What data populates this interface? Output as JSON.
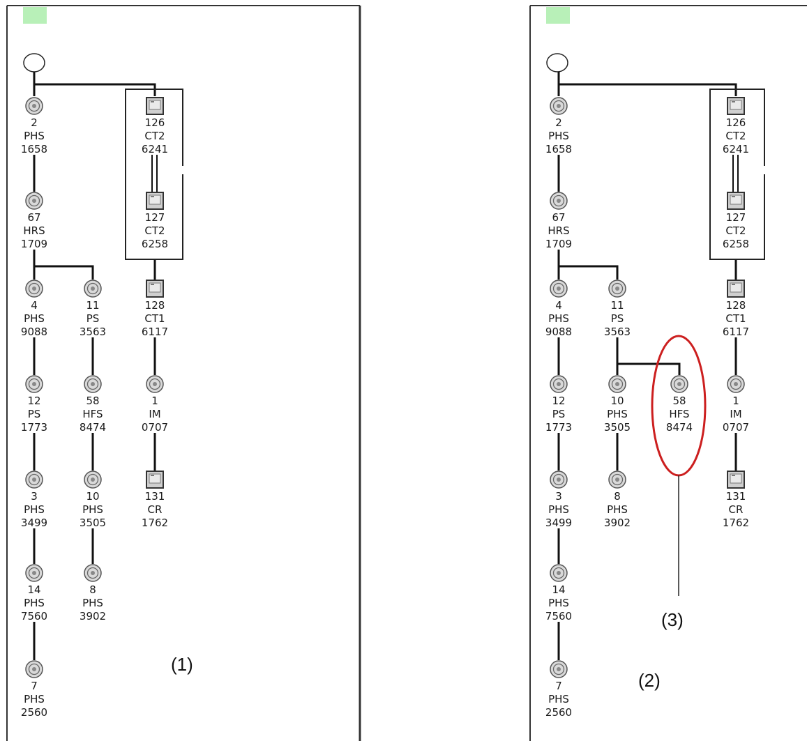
{
  "panels": [
    {
      "caption": "(1)",
      "nodes": [
        {
          "id": "2",
          "type": "PHS",
          "serial": "1658",
          "shape": "circle"
        },
        {
          "id": "67",
          "type": "HRS",
          "serial": "1709",
          "shape": "circle"
        },
        {
          "id": "4",
          "type": "PHS",
          "serial": "9088",
          "shape": "circle"
        },
        {
          "id": "12",
          "type": "PS",
          "serial": "1773",
          "shape": "circle"
        },
        {
          "id": "3",
          "type": "PHS",
          "serial": "3499",
          "shape": "circle"
        },
        {
          "id": "14",
          "type": "PHS",
          "serial": "7560",
          "shape": "circle"
        },
        {
          "id": "7",
          "type": "PHS",
          "serial": "2560",
          "shape": "circle"
        },
        {
          "id": "11",
          "type": "PS",
          "serial": "3563",
          "shape": "circle"
        },
        {
          "id": "58",
          "type": "HFS",
          "serial": "8474",
          "shape": "circle"
        },
        {
          "id": "10",
          "type": "PHS",
          "serial": "3505",
          "shape": "circle"
        },
        {
          "id": "8",
          "type": "PHS",
          "serial": "3902",
          "shape": "circle"
        },
        {
          "id": "126",
          "type": "CT2",
          "serial": "6241",
          "shape": "square"
        },
        {
          "id": "127",
          "type": "CT2",
          "serial": "6258",
          "shape": "square"
        },
        {
          "id": "128",
          "type": "CT1",
          "serial": "6117",
          "shape": "square"
        },
        {
          "id": "1",
          "type": "IM",
          "serial": "0707",
          "shape": "circle"
        },
        {
          "id": "131",
          "type": "CR",
          "serial": "1762",
          "shape": "square"
        }
      ]
    },
    {
      "caption": "(2)",
      "callout": "(3)",
      "nodes": [
        {
          "id": "2",
          "type": "PHS",
          "serial": "1658",
          "shape": "circle"
        },
        {
          "id": "67",
          "type": "HRS",
          "serial": "1709",
          "shape": "circle"
        },
        {
          "id": "4",
          "type": "PHS",
          "serial": "9088",
          "shape": "circle"
        },
        {
          "id": "12",
          "type": "PS",
          "serial": "1773",
          "shape": "circle"
        },
        {
          "id": "3",
          "type": "PHS",
          "serial": "3499",
          "shape": "circle"
        },
        {
          "id": "14",
          "type": "PHS",
          "serial": "7560",
          "shape": "circle"
        },
        {
          "id": "7",
          "type": "PHS",
          "serial": "2560",
          "shape": "circle"
        },
        {
          "id": "11",
          "type": "PS",
          "serial": "3563",
          "shape": "circle"
        },
        {
          "id": "10",
          "type": "PHS",
          "serial": "3505",
          "shape": "circle"
        },
        {
          "id": "8",
          "type": "PHS",
          "serial": "3902",
          "shape": "circle"
        },
        {
          "id": "58",
          "type": "HFS",
          "serial": "8474",
          "shape": "circle",
          "highlighted": true
        },
        {
          "id": "126",
          "type": "CT2",
          "serial": "6241",
          "shape": "square"
        },
        {
          "id": "127",
          "type": "CT2",
          "serial": "6258",
          "shape": "square"
        },
        {
          "id": "128",
          "type": "CT1",
          "serial": "6117",
          "shape": "square"
        },
        {
          "id": "1",
          "type": "IM",
          "serial": "0707",
          "shape": "circle"
        },
        {
          "id": "131",
          "type": "CR",
          "serial": "1762",
          "shape": "square"
        }
      ]
    }
  ],
  "colors": {
    "highlight": "#cc1f1f",
    "marker": "#b8f0b8",
    "line": "#111111"
  }
}
